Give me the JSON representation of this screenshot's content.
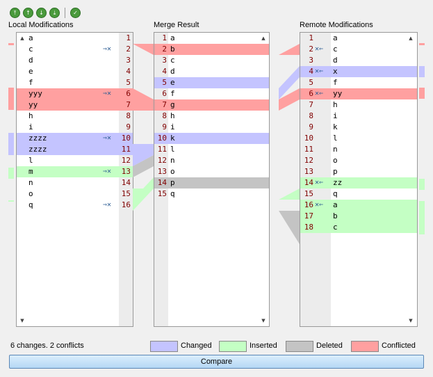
{
  "toolbar": {
    "buttons": [
      {
        "name": "first-change-button",
        "glyph": "⤒"
      },
      {
        "name": "previous-change-button",
        "glyph": "↑"
      },
      {
        "name": "next-change-button",
        "glyph": "↓"
      },
      {
        "name": "last-change-button",
        "glyph": "⤓"
      },
      {
        "name": "apply-button",
        "glyph": "✓"
      }
    ]
  },
  "titles": {
    "local": "Local Modifications",
    "merge": "Merge Result",
    "remote": "Remote Modifications"
  },
  "local": {
    "rows": [
      {
        "n": "1",
        "t": "a",
        "s": ""
      },
      {
        "n": "2",
        "t": "c",
        "s": "",
        "a": "⇒✕"
      },
      {
        "n": "3",
        "t": "d",
        "s": ""
      },
      {
        "n": "4",
        "t": "e",
        "s": ""
      },
      {
        "n": "5",
        "t": "f",
        "s": ""
      },
      {
        "n": "6",
        "t": "yyy",
        "s": "conflict",
        "a": "⇒✕"
      },
      {
        "n": "7",
        "t": "yy",
        "s": "conflict"
      },
      {
        "n": "8",
        "t": "h",
        "s": ""
      },
      {
        "n": "9",
        "t": "i",
        "s": ""
      },
      {
        "n": "10",
        "t": "zzzz",
        "s": "changed",
        "a": "⇒✕"
      },
      {
        "n": "11",
        "t": "zzzz",
        "s": "changed"
      },
      {
        "n": "12",
        "t": "l",
        "s": ""
      },
      {
        "n": "13",
        "t": "m",
        "s": "inserted",
        "a": "⇒✕"
      },
      {
        "n": "14",
        "t": "n",
        "s": ""
      },
      {
        "n": "15",
        "t": "o",
        "s": ""
      },
      {
        "n": "16",
        "t": "q",
        "s": "",
        "a": "⇒✕"
      }
    ]
  },
  "merge": {
    "rows": [
      {
        "n": "1",
        "t": "a",
        "s": ""
      },
      {
        "n": "2",
        "t": "b",
        "s": "conflict"
      },
      {
        "n": "3",
        "t": "c",
        "s": ""
      },
      {
        "n": "4",
        "t": "d",
        "s": ""
      },
      {
        "n": "5",
        "t": "e",
        "s": "changed"
      },
      {
        "n": "6",
        "t": "f",
        "s": ""
      },
      {
        "n": "7",
        "t": "g",
        "s": "conflict"
      },
      {
        "n": "8",
        "t": "h",
        "s": ""
      },
      {
        "n": "9",
        "t": "i",
        "s": ""
      },
      {
        "n": "10",
        "t": "k",
        "s": "changed"
      },
      {
        "n": "11",
        "t": "l",
        "s": ""
      },
      {
        "n": "12",
        "t": "n",
        "s": ""
      },
      {
        "n": "13",
        "t": "o",
        "s": ""
      },
      {
        "n": "14",
        "t": "p",
        "s": "deleted"
      },
      {
        "n": "15",
        "t": "q",
        "s": ""
      }
    ]
  },
  "remote": {
    "rows": [
      {
        "n": "1",
        "t": "a",
        "s": ""
      },
      {
        "n": "2",
        "t": "c",
        "s": "",
        "a": "✕⇐"
      },
      {
        "n": "3",
        "t": "d",
        "s": ""
      },
      {
        "n": "4",
        "t": "x",
        "s": "changed",
        "a": "✕⇐"
      },
      {
        "n": "5",
        "t": "f",
        "s": ""
      },
      {
        "n": "6",
        "t": "yy",
        "s": "conflict",
        "a": "✕⇐"
      },
      {
        "n": "7",
        "t": "h",
        "s": ""
      },
      {
        "n": "8",
        "t": "i",
        "s": ""
      },
      {
        "n": "9",
        "t": "k",
        "s": ""
      },
      {
        "n": "10",
        "t": "l",
        "s": ""
      },
      {
        "n": "11",
        "t": "n",
        "s": ""
      },
      {
        "n": "12",
        "t": "o",
        "s": ""
      },
      {
        "n": "13",
        "t": "p",
        "s": ""
      },
      {
        "n": "14",
        "t": "zz",
        "s": "inserted",
        "a": "✕⇐"
      },
      {
        "n": "15",
        "t": "q",
        "s": ""
      },
      {
        "n": "16",
        "t": "a",
        "s": "inserted",
        "a": "✕⇐"
      },
      {
        "n": "17",
        "t": "b",
        "s": "inserted"
      },
      {
        "n": "18",
        "t": "c",
        "s": "inserted"
      }
    ]
  },
  "status": "6 changes. 2 conflicts",
  "legend": [
    {
      "label": "Changed",
      "color": "#c4c4ff"
    },
    {
      "label": "Inserted",
      "color": "#c4ffc4"
    },
    {
      "label": "Deleted",
      "color": "#c4c4c4"
    },
    {
      "label": "Conflicted",
      "color": "#ffa0a0"
    }
  ],
  "compare_label": "Compare",
  "colors": {
    "changed": "#c4c4ff",
    "inserted": "#c4ffc4",
    "deleted": "#c4c4c4",
    "conflict": "#ffa0a0",
    "line_number": "#800000"
  }
}
